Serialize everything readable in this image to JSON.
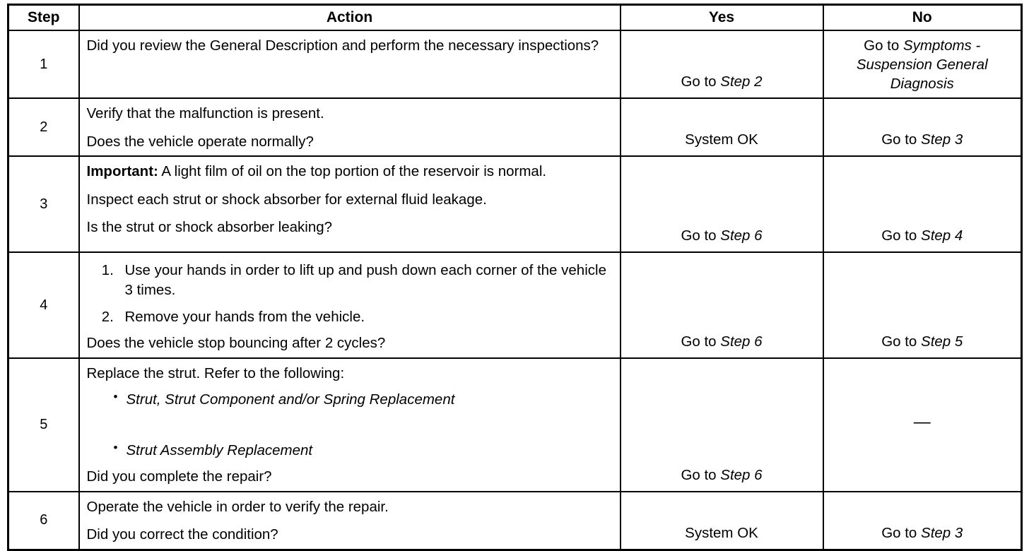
{
  "table": {
    "headers": [
      "Step",
      "Action",
      "Yes",
      "No"
    ],
    "rows": [
      {
        "step": "1",
        "action": {
          "paragraphs": [
            {
              "text": "Did you review the General Description and perform the necessary inspections?"
            }
          ]
        },
        "yes": {
          "prefix": "Go to ",
          "italic": "Step 2"
        },
        "no": {
          "prefix": "Go to ",
          "italic": "Symptoms - Suspension General Diagnosis",
          "align": "top"
        }
      },
      {
        "step": "2",
        "action": {
          "paragraphs": [
            {
              "text": "Verify that the malfunction is present."
            },
            {
              "text": "Does the vehicle operate normally?"
            }
          ]
        },
        "yes": {
          "prefix": "System OK",
          "italic": ""
        },
        "no": {
          "prefix": "Go to ",
          "italic": "Step 3"
        }
      },
      {
        "step": "3",
        "action": {
          "paragraphs": [
            {
              "bold_lead": "Important:",
              "text": " A light film of oil on the top portion of the reservoir is normal."
            },
            {
              "text": "Inspect each strut or shock absorber for external fluid leakage."
            },
            {
              "text": "Is the strut or shock absorber leaking?"
            }
          ]
        },
        "yes": {
          "prefix": "Go to ",
          "italic": "Step 6"
        },
        "no": {
          "prefix": "Go to ",
          "italic": "Step 4"
        }
      },
      {
        "step": "4",
        "action": {
          "numbered": [
            "Use your hands in order to lift up and push down each corner of the vehicle 3 times.",
            "Remove your hands from the vehicle."
          ],
          "paragraphs": [
            {
              "text": "Does the vehicle stop bouncing after 2 cycles?"
            }
          ]
        },
        "yes": {
          "prefix": "Go to ",
          "italic": "Step 6"
        },
        "no": {
          "prefix": "Go to ",
          "italic": "Step 5"
        }
      },
      {
        "step": "5",
        "action": {
          "lead": "Replace the strut. Refer to the following:",
          "bullets": [
            "Strut, Strut Component and/or Spring Replacement",
            "Strut Assembly Replacement"
          ],
          "paragraphs": [
            {
              "text": "Did you complete the repair?"
            }
          ]
        },
        "yes": {
          "prefix": "Go to ",
          "italic": "Step 6"
        },
        "no": {
          "prefix": "—",
          "italic": "",
          "align": "middle"
        }
      },
      {
        "step": "6",
        "action": {
          "paragraphs": [
            {
              "text": "Operate the vehicle in order to verify the repair."
            },
            {
              "text": "Did you correct the condition?"
            }
          ]
        },
        "yes": {
          "prefix": "System OK",
          "italic": ""
        },
        "no": {
          "prefix": "Go to ",
          "italic": "Step 3"
        }
      }
    ]
  }
}
